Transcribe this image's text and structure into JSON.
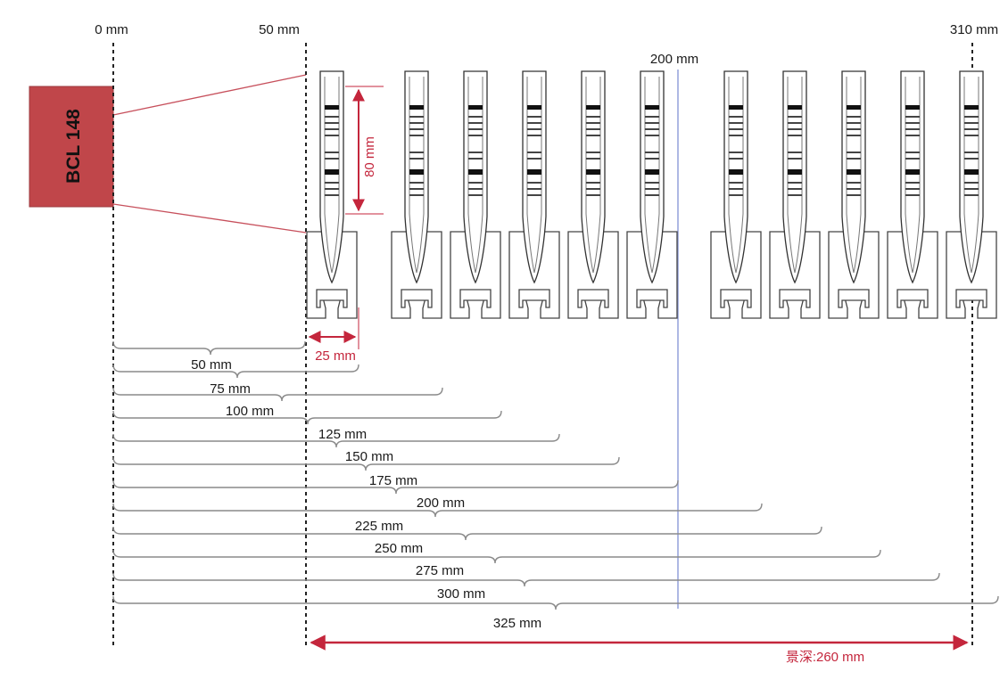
{
  "top_labels": [
    "0 mm",
    "50 mm",
    "200 mm",
    "310 mm"
  ],
  "scanner_label": "BCL 148",
  "barcode_height_label": "80 mm",
  "pitch_label": "25 mm",
  "distance_labels": [
    "50 mm",
    "75 mm",
    "100 mm",
    "125 mm",
    "150 mm",
    "175 mm",
    "200 mm",
    "225 mm",
    "250 mm",
    "275 mm",
    "300 mm",
    "325 mm"
  ],
  "depth_of_field_label": "景深:260 mm",
  "colors": {
    "scanner_fill": "#c0464a",
    "accent_red": "#c4263c",
    "reference_blue": "#8c9ad8",
    "brace_gray": "#8a8a8a"
  }
}
